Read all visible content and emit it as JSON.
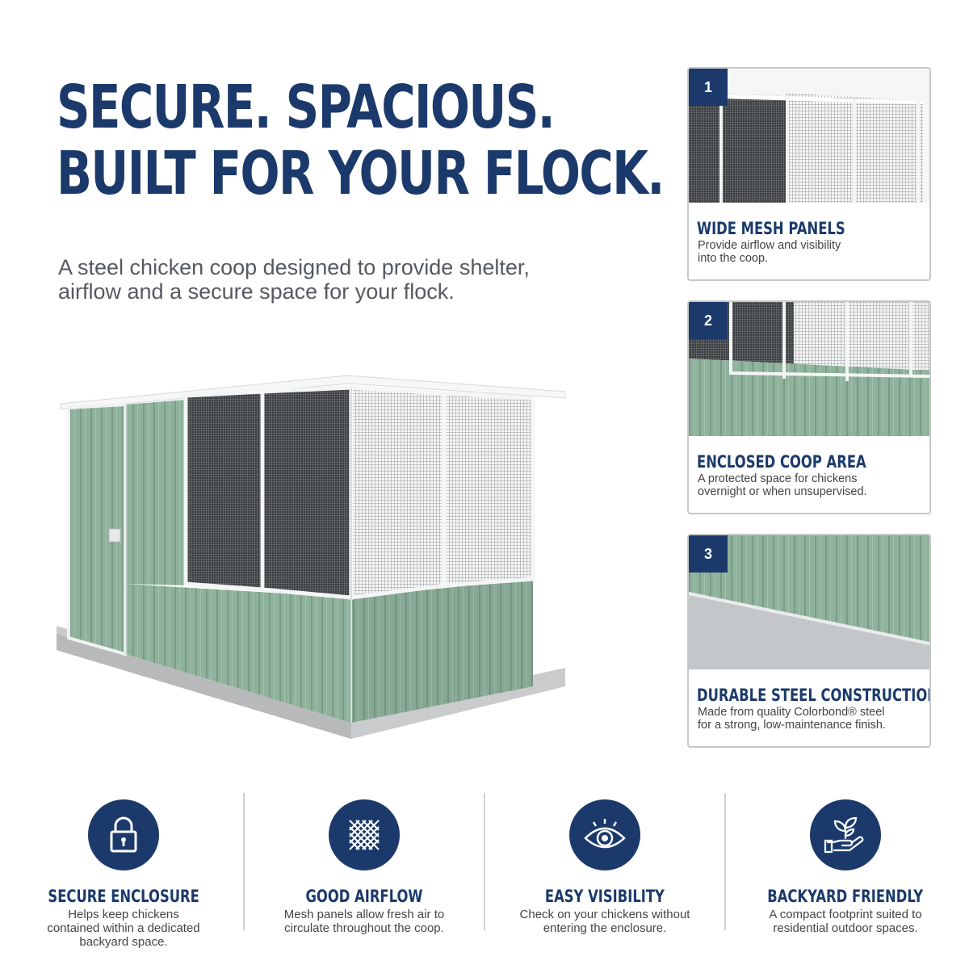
{
  "headline": {
    "line1": "SECURE. SPACIOUS.",
    "line2": "BUILT FOR YOUR FLOCK."
  },
  "subheadline": {
    "line1": "A steel chicken coop designed to provide shelter,",
    "line2": "airflow and a secure space for your flock."
  },
  "colors": {
    "navy": "#1b3a6b",
    "shed_green": "#8fb29c",
    "text_gray": "#555a60"
  },
  "cards": [
    {
      "number": "1",
      "title": "WIDE MESH PANELS",
      "line1": "Provide airflow and visibility",
      "line2": "into the coop."
    },
    {
      "number": "2",
      "title": "ENCLOSED COOP AREA",
      "line1": "A protected space for chickens",
      "line2": "overnight or when unsupervised."
    },
    {
      "number": "3",
      "title": "DURABLE STEEL CONSTRUCTION",
      "line1": "Made from quality Colorbond® steel",
      "line2": "for a strong, low-maintenance finish."
    }
  ],
  "features": [
    {
      "icon": "padlock-icon",
      "title": "SECURE ENCLOSURE",
      "line1": "Helps keep chickens",
      "line2": "contained within a dedicated",
      "line3": "backyard space."
    },
    {
      "icon": "mesh-icon",
      "title": "GOOD AIRFLOW",
      "line1": "Mesh panels allow fresh air to",
      "line2": "circulate throughout the coop.",
      "line3": ""
    },
    {
      "icon": "eye-icon",
      "title": "EASY VISIBILITY",
      "line1": "Check on your chickens without",
      "line2": "entering the enclosure.",
      "line3": ""
    },
    {
      "icon": "plant-in-hand-icon",
      "title": "BACKYARD FRIENDLY",
      "line1": "A compact footprint suited to",
      "line2": "residential outdoor spaces.",
      "line3": ""
    }
  ]
}
